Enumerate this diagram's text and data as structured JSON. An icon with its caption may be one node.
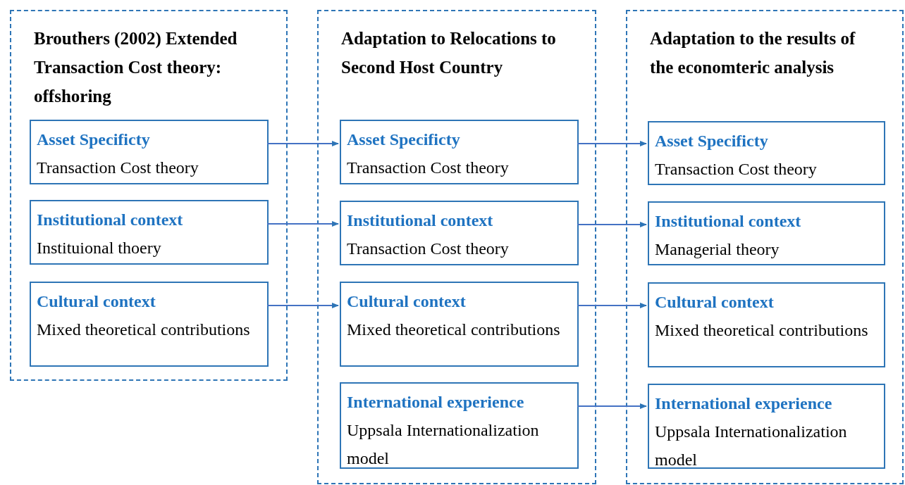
{
  "diagram": {
    "nodes": [
      {
        "text": [
          "Brouthers (2002) Extended Transaction Cost theory: offshoring"
        ]
      },
      {
        "text": [
          "Asset Specificty",
          "Transaction Cost theory"
        ],
        "in": 0
      },
      {
        "text": [
          "Institutional context",
          "Instituional thoery"
        ],
        "in": 0
      },
      {
        "text": [
          "Cultural context",
          "Mixed theoretical contributions"
        ],
        "in": 0
      },
      {
        "text": [
          "Adaptation to Relocations to Second Host Country"
        ]
      },
      {
        "text": [
          "Asset Specificty",
          "Transaction Cost theory"
        ],
        "in": 4
      },
      {
        "text": [
          "Institutional context",
          "Transaction Cost theory"
        ],
        "in": 4
      },
      {
        "text": [
          "Cultural context",
          "Mixed theoretical contributions"
        ],
        "in": 4
      },
      {
        "text": [
          "International experience",
          "Uppsala Internationalization model"
        ],
        "in": 4
      },
      {
        "text": [
          "Adaptation to the results of the economteric analysis"
        ]
      },
      {
        "text": [
          "Asset Specificty",
          "Transaction Cost theory"
        ],
        "in": 9
      },
      {
        "text": [
          "Institutional context",
          "Managerial theory"
        ],
        "in": 9
      },
      {
        "text": [
          "Cultural context",
          "Mixed theoretical contributions"
        ],
        "in": 9
      },
      {
        "text": [
          "International experience",
          "Uppsala Internationalization model"
        ],
        "in": 9
      }
    ],
    "edges": [
      {
        "from": 1,
        "to": 5,
        "arrow": "to"
      },
      {
        "from": 2,
        "to": 6,
        "arrow": "to"
      },
      {
        "from": 3,
        "to": 7,
        "arrow": "to"
      },
      {
        "from": 5,
        "to": 10,
        "arrow": "to"
      },
      {
        "from": 6,
        "to": 11,
        "arrow": "to"
      },
      {
        "from": 7,
        "to": 12,
        "arrow": "to"
      },
      {
        "from": 8,
        "to": 13,
        "arrow": "to"
      }
    ]
  }
}
